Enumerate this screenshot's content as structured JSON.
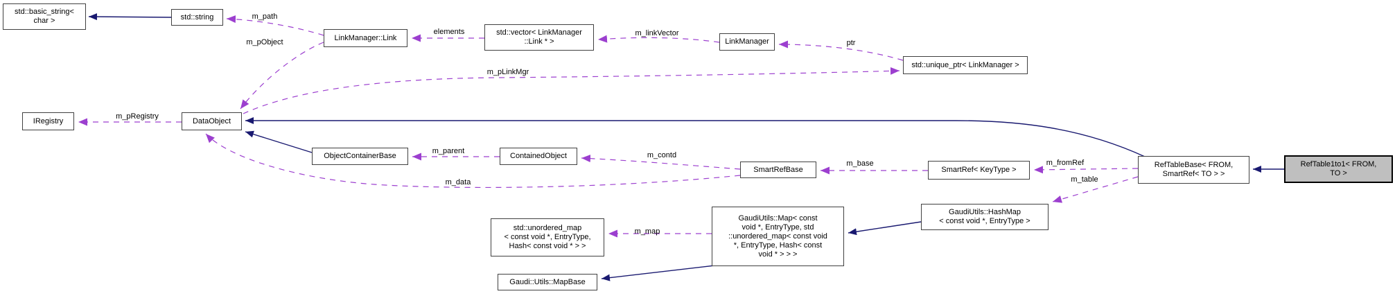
{
  "diagram": {
    "kind": "collaboration-graph",
    "highlighted_node": "RefTable1to1< FROM, TO >",
    "colors": {
      "inheritance_edge": "#191970",
      "usage_edge": "#9c3fcf",
      "node_fill": "#ffffff",
      "node_border": "#404040",
      "highlight_fill": "#bfbfbf",
      "background": "#ffffff"
    }
  },
  "nodes": [
    {
      "id": "std-basic-string",
      "lines": [
        "std::basic_string<",
        "char >"
      ]
    },
    {
      "id": "std-string",
      "lines": [
        "std::string"
      ]
    },
    {
      "id": "linkmanager-link",
      "lines": [
        "LinkManager::Link"
      ]
    },
    {
      "id": "std-vector-link",
      "lines": [
        "std::vector< LinkManager",
        "::Link * >"
      ]
    },
    {
      "id": "linkmanager",
      "lines": [
        "LinkManager"
      ]
    },
    {
      "id": "std-unique-ptr",
      "lines": [
        "std::unique_ptr< LinkManager >"
      ]
    },
    {
      "id": "iregistry",
      "lines": [
        "IRegistry"
      ]
    },
    {
      "id": "dataobject",
      "lines": [
        "DataObject"
      ]
    },
    {
      "id": "objectcontainerbase",
      "lines": [
        "ObjectContainerBase"
      ]
    },
    {
      "id": "containedobject",
      "lines": [
        "ContainedObject"
      ]
    },
    {
      "id": "smartrefbase",
      "lines": [
        "SmartRefBase"
      ]
    },
    {
      "id": "smartref-keytype",
      "lines": [
        "SmartRef< KeyType >"
      ]
    },
    {
      "id": "reftablebase",
      "lines": [
        "RefTableBase< FROM,",
        "SmartRef< TO > >"
      ]
    },
    {
      "id": "reftable1to1",
      "lines": [
        "RefTable1to1< FROM,",
        "TO >"
      ],
      "highlight": true
    },
    {
      "id": "gaudiutils-hashmap",
      "lines": [
        "GaudiUtils::HashMap",
        "< const void *, EntryType >"
      ]
    },
    {
      "id": "gaudiutils-map",
      "lines": [
        "GaudiUtils::Map< const",
        "void *, EntryType, std",
        "::unordered_map< const void",
        "*, EntryType, Hash< const",
        "void * > > >"
      ]
    },
    {
      "id": "std-unordered-map",
      "lines": [
        "std::unordered_map",
        "< const void *, EntryType,",
        "Hash< const void * > >"
      ]
    },
    {
      "id": "gaudi-utils-mapbase",
      "lines": [
        "Gaudi::Utils::MapBase"
      ]
    }
  ],
  "edges": [
    {
      "label": "m_path",
      "kind": "usage",
      "from": "LinkManager::Link",
      "to": "std::string"
    },
    {
      "label": "m_pObject",
      "kind": "usage",
      "from": "LinkManager::Link",
      "to": "DataObject"
    },
    {
      "label": "elements",
      "kind": "usage",
      "from": "std::vector< LinkManager::Link * >",
      "to": "LinkManager::Link"
    },
    {
      "label": "m_linkVector",
      "kind": "usage",
      "from": "LinkManager",
      "to": "std::vector< LinkManager::Link * >"
    },
    {
      "label": "ptr",
      "kind": "usage",
      "from": "std::unique_ptr< LinkManager >",
      "to": "LinkManager"
    },
    {
      "label": "m_pLinkMgr",
      "kind": "usage",
      "from": "DataObject",
      "to": "std::unique_ptr< LinkManager >"
    },
    {
      "label": "m_pRegistry",
      "kind": "usage",
      "from": "DataObject",
      "to": "IRegistry"
    },
    {
      "label": "m_parent",
      "kind": "usage",
      "from": "ContainedObject",
      "to": "ObjectContainerBase"
    },
    {
      "label": "m_contd",
      "kind": "usage",
      "from": "SmartRefBase",
      "to": "ContainedObject"
    },
    {
      "label": "m_base",
      "kind": "usage",
      "from": "SmartRef< KeyType >",
      "to": "SmartRefBase"
    },
    {
      "label": "m_fromRef",
      "kind": "usage",
      "from": "RefTableBase< FROM, SmartRef< TO > >",
      "to": "SmartRef< KeyType >"
    },
    {
      "label": "m_table",
      "kind": "usage",
      "from": "RefTableBase< FROM, SmartRef< TO > >",
      "to": "GaudiUtils::HashMap< const void *, EntryType >"
    },
    {
      "label": "m_map",
      "kind": "usage",
      "from": "GaudiUtils::Map< const void *, EntryType, std::unordered_map< const void *, EntryType, Hash< const void * > > >",
      "to": "std::unordered_map< const void *, EntryType, Hash< const void * > >"
    },
    {
      "label": "m_data",
      "kind": "usage",
      "from": "SmartRefBase",
      "to": "DataObject"
    },
    {
      "label": "",
      "kind": "inheritance",
      "from": "std::string",
      "to": "std::basic_string< char >"
    },
    {
      "label": "",
      "kind": "inheritance",
      "from": "ObjectContainerBase",
      "to": "DataObject"
    },
    {
      "label": "",
      "kind": "inheritance",
      "from": "RefTableBase< FROM, SmartRef< TO > >",
      "to": "DataObject"
    },
    {
      "label": "",
      "kind": "inheritance",
      "from": "RefTable1to1< FROM, TO >",
      "to": "RefTableBase< FROM, SmartRef< TO > >"
    },
    {
      "label": "",
      "kind": "inheritance",
      "from": "GaudiUtils::HashMap< const void *, EntryType >",
      "to": "GaudiUtils::Map< const void *, EntryType, std::unordered_map< const void *, EntryType, Hash< const void * > > >"
    },
    {
      "label": "",
      "kind": "inheritance",
      "from": "GaudiUtils::Map< const void *, EntryType, std::unordered_map< const void *, EntryType, Hash< const void * > > >",
      "to": "Gaudi::Utils::MapBase"
    }
  ]
}
